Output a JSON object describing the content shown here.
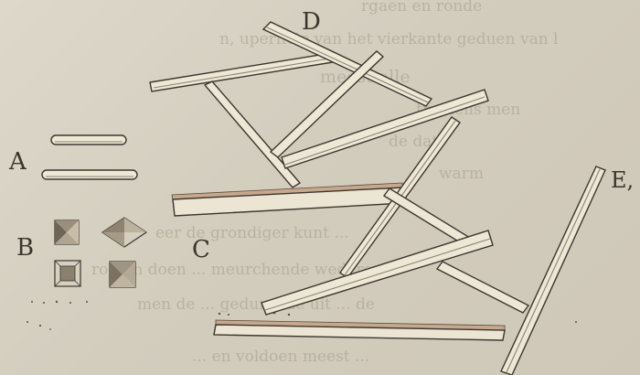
{
  "figure": {
    "labels": {
      "A": "A",
      "B": "B",
      "C": "C",
      "D": "D",
      "E": "E,"
    },
    "background_text": [
      "rgaen en ronde",
      "n, uperficie van het vierkante geduen van l",
      "meest alle",
      "trumens men",
      "de dat",
      "warm",
      "eer de grondiger kunt ...",
      "roeten doen ... meurchende wederen",
      "men de ... gedurende uit ... de",
      "... en voldoen meest ..."
    ]
  }
}
